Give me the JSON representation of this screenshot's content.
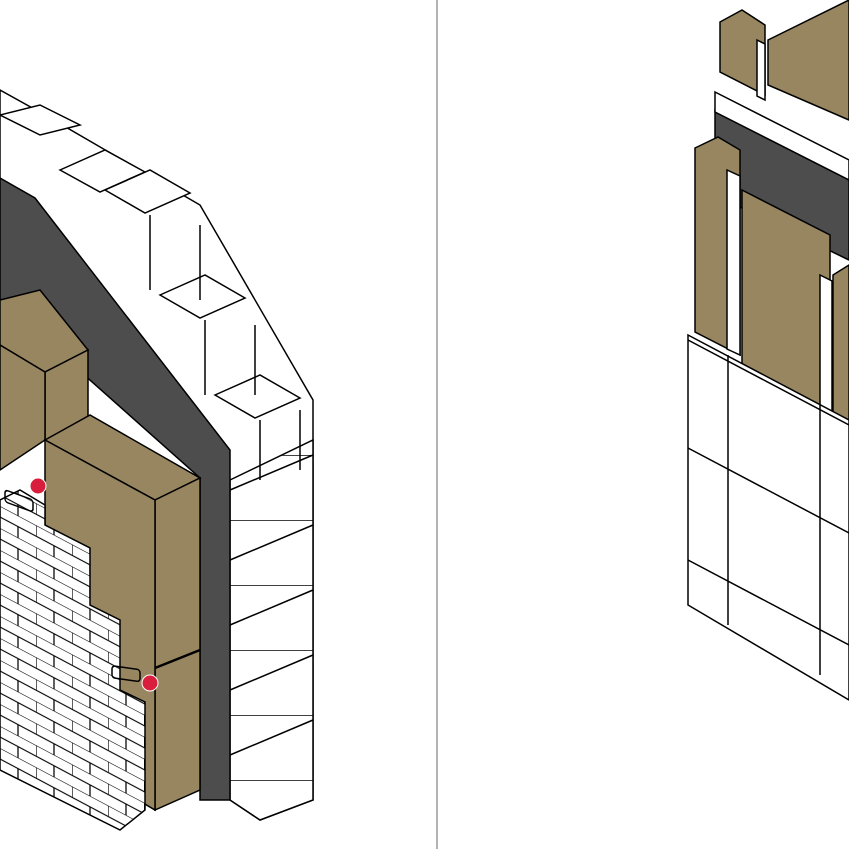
{
  "colors": {
    "insulation": "#978660",
    "air_barrier": "#4d4d4d",
    "masonry": "#ffffff",
    "outline": "#000000",
    "anchor_tie": "#d81e3c",
    "divider": "#9a9a9a"
  },
  "panels": [
    {
      "id": "left",
      "components": [
        "concrete-block-backup",
        "air-barrier",
        "rigid-insulation",
        "brick-veneer",
        "masonry-ties"
      ]
    },
    {
      "id": "right",
      "components": [
        "insulation-panels",
        "vertical-rails",
        "air-barrier",
        "panel-cladding"
      ]
    }
  ]
}
